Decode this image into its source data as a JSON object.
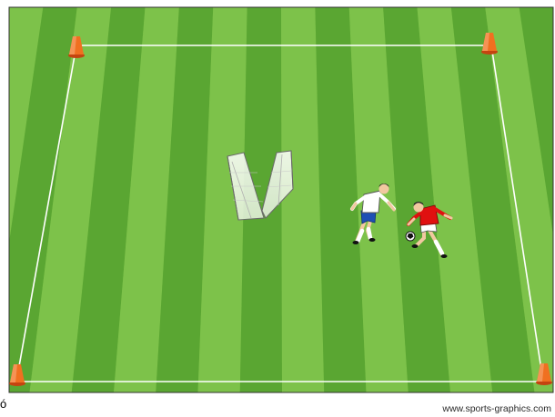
{
  "credit": "www.sports-graphics.com",
  "edge_mark": "ó",
  "colors": {
    "grass_light": "#7dc24a",
    "grass_dark": "#5aa632",
    "line": "#ffffff",
    "cone": "#e8601c",
    "team_white": "#ffffff",
    "team_blue": "#1e4fb4",
    "team_red": "#e01010"
  },
  "diagram": {
    "cones": 4,
    "mini_goals": 1,
    "players": [
      {
        "team": "white-blue",
        "role": "defender"
      },
      {
        "team": "red",
        "role": "attacker-with-ball"
      }
    ],
    "ball": 1
  }
}
